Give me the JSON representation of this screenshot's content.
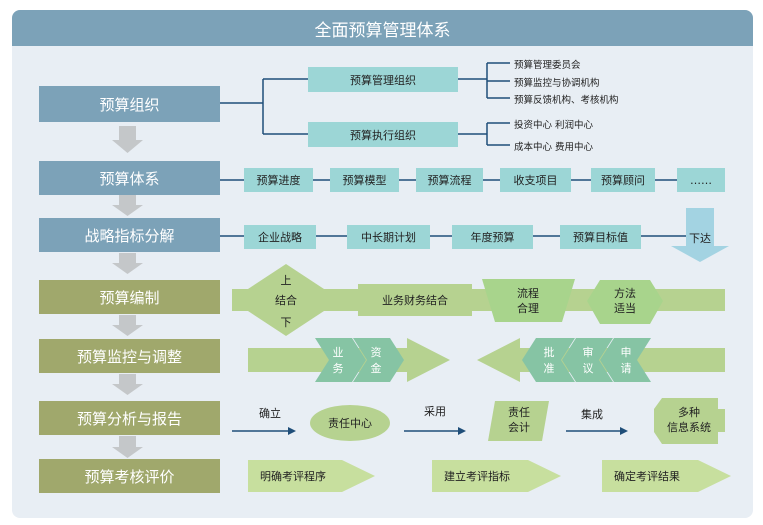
{
  "title": "全面预算管理体系",
  "rows": {
    "org": "预算组织",
    "system": "预算体系",
    "strategy": "战略指标分解",
    "prep": "预算编制",
    "monitor": "预算监控与调整",
    "analysis": "预算分析与报告",
    "eval": "预算考核评价"
  },
  "org": {
    "mgmt": "预算管理组织",
    "exec": "预算执行组织",
    "mgmt_items": [
      "预算管理委员会",
      "预算监控与协调机构",
      "预算反馈机构、考核机构"
    ],
    "exec_items": [
      "投资中心 利润中心",
      "成本中心 费用中心"
    ]
  },
  "system_items": [
    "预算进度",
    "预算模型",
    "预算流程",
    "收支项目",
    "预算顾问",
    "……"
  ],
  "strategy_items": [
    "企业战略",
    "中长期计划",
    "年度预算",
    "预算目标值"
  ],
  "strategy_end": "下达",
  "prep": {
    "up": "上",
    "combine": "结合",
    "down": "下",
    "biz": "业务财务结合",
    "process": [
      "流程",
      "合理"
    ],
    "method": [
      "方法",
      "适当"
    ]
  },
  "monitor": {
    "left": [
      [
        "业",
        "务"
      ],
      [
        "资",
        "金"
      ]
    ],
    "right": [
      [
        "批",
        "准"
      ],
      [
        "审",
        "议"
      ],
      [
        "申",
        "请"
      ]
    ]
  },
  "analysis": {
    "establish": "确立",
    "center": "责任中心",
    "adopt": "采用",
    "acct": [
      "责任",
      "会计"
    ],
    "integrate": "集成",
    "multi": [
      "多种",
      "信息系统"
    ]
  },
  "eval_items": [
    "明确考评程序",
    "建立考评指标",
    "确定考评结果"
  ]
}
